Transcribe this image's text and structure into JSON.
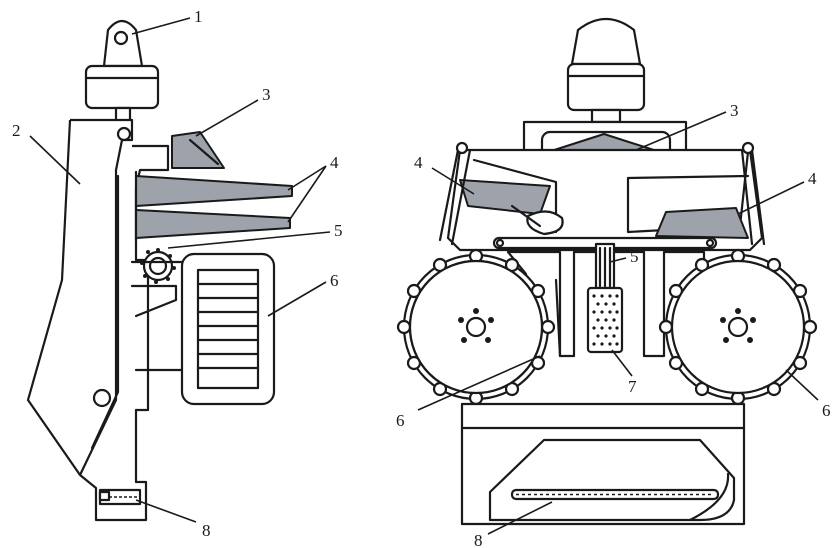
{
  "labels": {
    "side_view": [
      "1",
      "2",
      "3",
      "4",
      "5",
      "6",
      "8"
    ],
    "front_view": [
      "3",
      "4",
      "4",
      "5",
      "6",
      "6",
      "7",
      "8"
    ]
  }
}
